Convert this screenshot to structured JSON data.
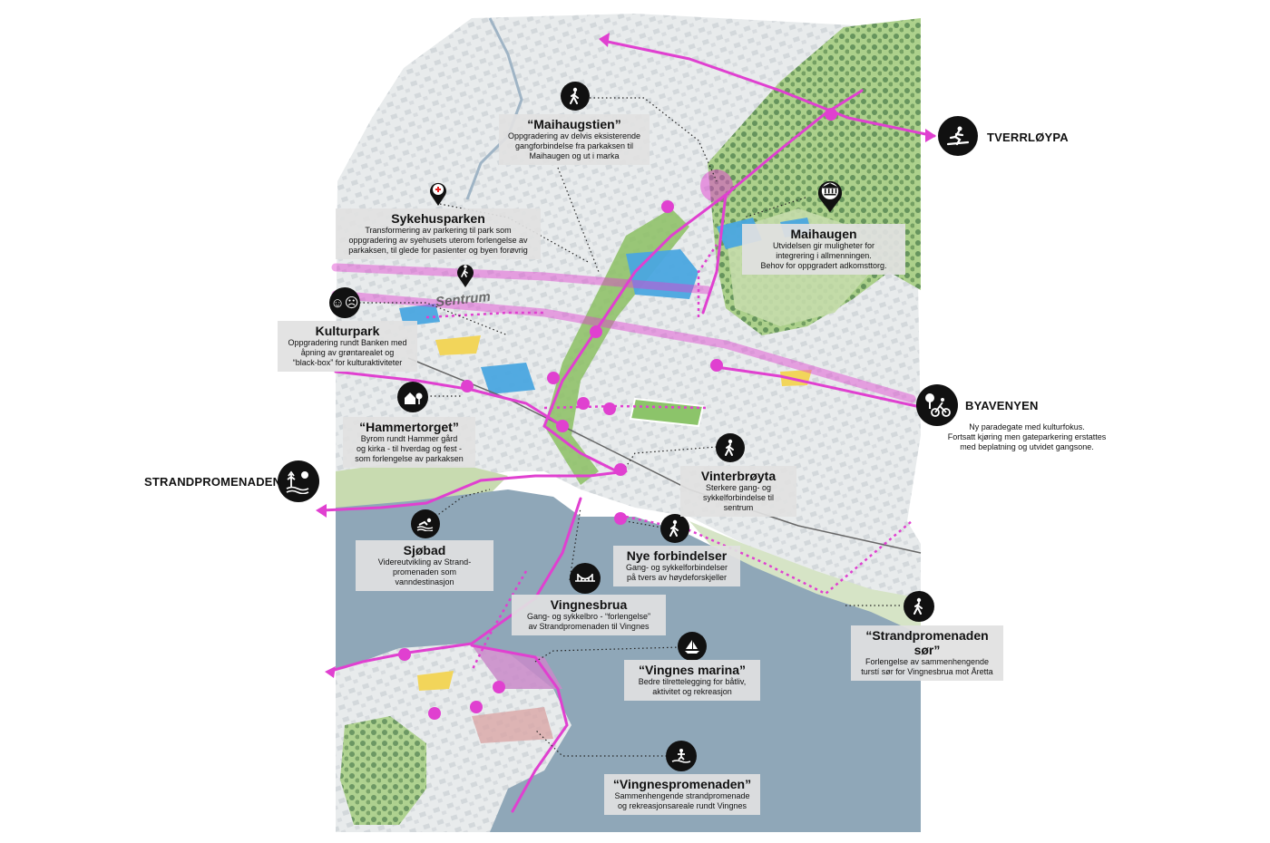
{
  "street_label": "Sentrum",
  "external_routes": {
    "tverrloypa": {
      "label": "TVERRLØYPA",
      "icon": "skier-icon"
    },
    "byavenyen": {
      "label": "BYAVENYEN",
      "icon": "cyclist-tree-icon",
      "description": "Ny paradegate med kulturfokus.\nFortsatt kjøring men gateparkering erstattes\nmed beplatning og utvidet gangsone."
    },
    "strandpromenaden": {
      "label": "STRANDPROMENADEN",
      "icon": "beach-icon"
    }
  },
  "places": {
    "maihaugstien": {
      "title": "“Maihaugstien”",
      "description": "Oppgradering av delvis eksisterende\ngangforbindelse fra parkaksen til\nMaihaugen og ut i marka",
      "icon": "pedestrian-icon"
    },
    "sykehusparken": {
      "title": "Sykehusparken",
      "description": "Transformering av parkering til park som\noppgradering av syehusets uterom forlengelse av\nparkaksen, til glede for pasienter og byen forøvrig",
      "icon": "hospital-pin-icon"
    },
    "maihaugen": {
      "title": "Maihaugen",
      "description": "Utvidelsen gir muligheter for\nintegrering i allmenningen.\nBehov for oppgradert adkomsttorg.",
      "icon": "museum-pin-icon"
    },
    "kulturpark": {
      "title": "Kulturpark",
      "description": "Oppgradering rundt Banken med\nåpning av grøntarealet og\n“black-box” for kulturaktiviteter",
      "icon": "theater-masks-icon"
    },
    "hammertorget": {
      "title": "“Hammertorget”",
      "description": "Byrom rundt Hammer gård\nog kirka - til hverdag og fest -\nsom forlengelse av parkaksen",
      "icon": "house-tree-icon"
    },
    "vinterbroyta": {
      "title": "Vinterbrøyta",
      "description": "Sterkere gang- og\nsykkelforbindelse til sentrum",
      "icon": "pedestrian-icon"
    },
    "sjobad": {
      "title": "Sjøbad",
      "description": "Videreutvikling av Strand-\npromenaden som vanndestinasjon",
      "icon": "swimmer-icon"
    },
    "nye_forbindelser": {
      "title": "Nye forbindelser",
      "description": "Gang- og sykkelforbindelser\npå tvers av høydeforskjeller",
      "icon": "pedestrian-icon"
    },
    "vingnesbrua": {
      "title": "Vingnesbrua",
      "description": "Gang- og sykkelbro - “forlengelse”\nav Strandpromenaden til Vingnes",
      "icon": "bridge-icon"
    },
    "strandpromenaden_sor": {
      "title": "“Strandpromenaden sør”",
      "description": "Forlengelse av sammenhengende\nturstí sør for Vingnesbrua mot Åretta",
      "icon": "pedestrian-icon"
    },
    "vingnes_marina": {
      "title": "“Vingnes marina”",
      "description": "Bedre tilrettelegging for båtliv,\naktivitet og rekreasjon",
      "icon": "sailboat-icon"
    },
    "vingnespromenaden": {
      "title": "“Vingnespromenaden”",
      "description": "Sammenhengende strandpromenade\nog rekreasjonsareale rundt Vingnes",
      "icon": "beach-walk-icon"
    }
  },
  "colors": {
    "route": "#e040d0",
    "water": "#8fa7b8",
    "forest": "#8fbf6a",
    "urban": "#e9ecee",
    "building": "#4aa7e0"
  }
}
